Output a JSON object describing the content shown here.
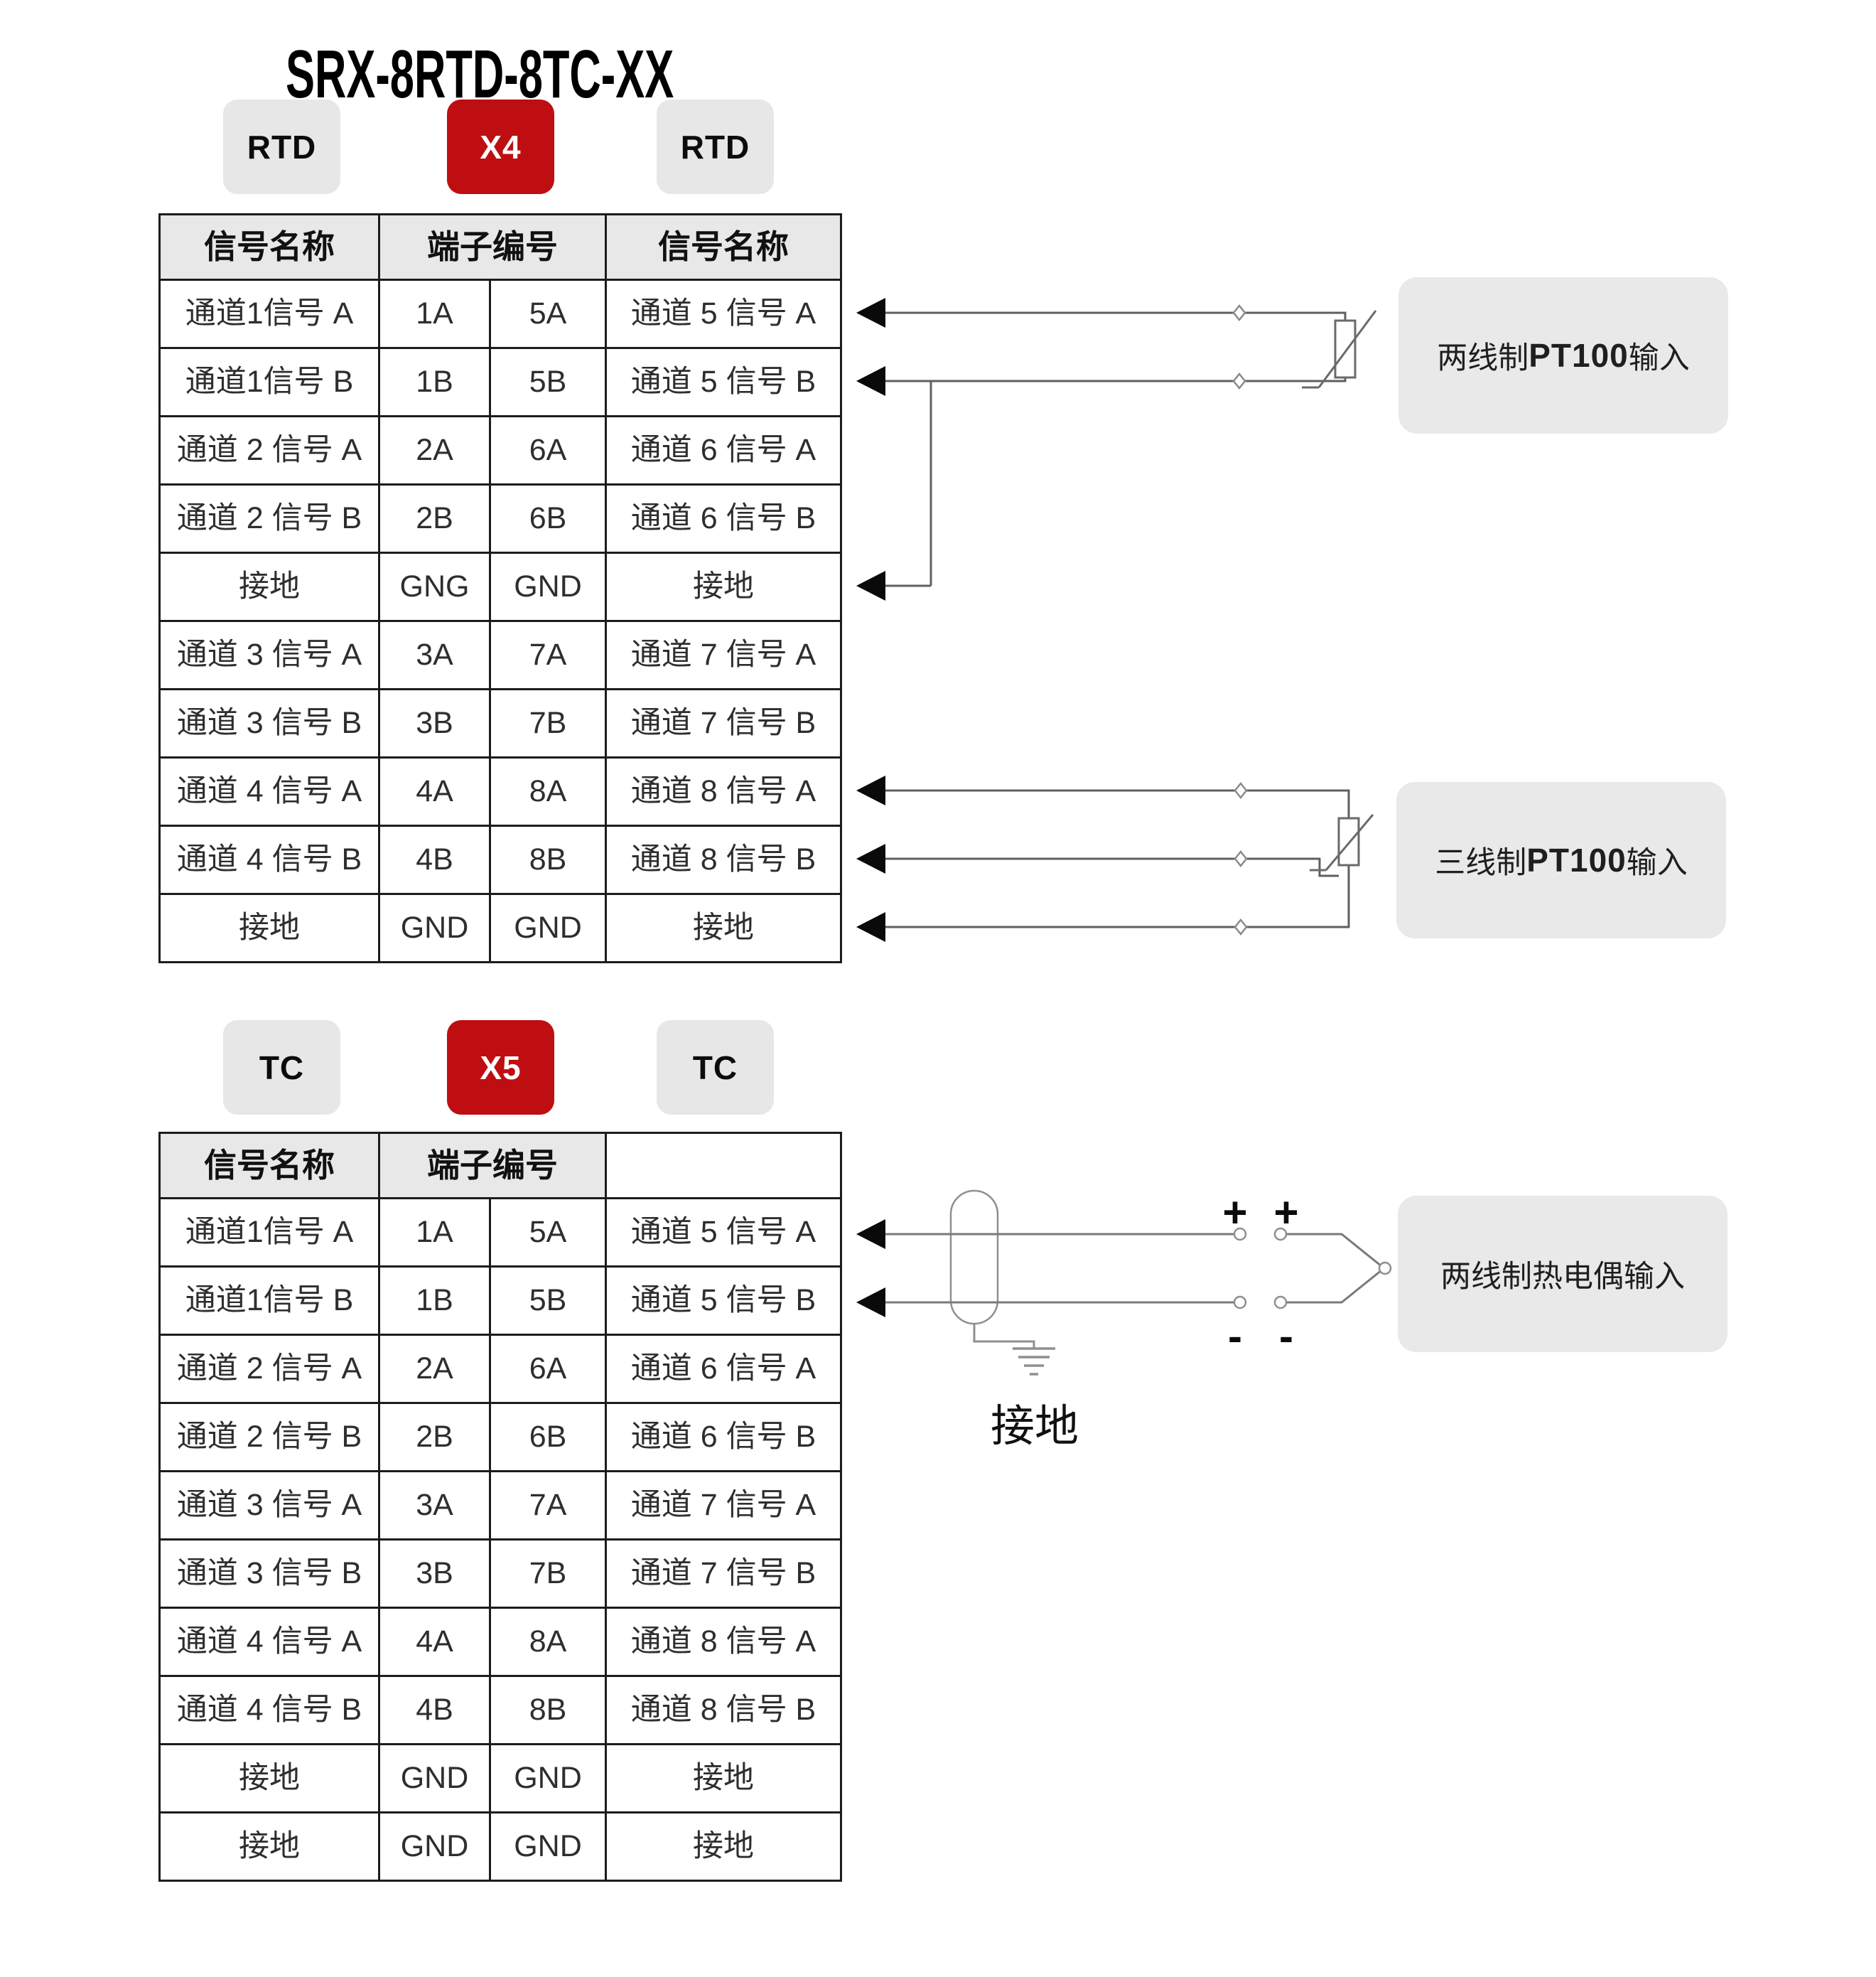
{
  "title": "SRX-8RTD-8TC-XX",
  "colors": {
    "accent_red": "#bf0e11",
    "badge_gray": "#e7e7e7",
    "table_header_gray": "#e8e8e8",
    "note_bg": "#e9e9e9",
    "wire_gray": "#5f5f5f"
  },
  "icons": {
    "row_pointer": "left-arrowhead-icon",
    "wire_tap": "diamond-marker-icon",
    "rtd_element": "resistor-symbol-icon",
    "cable_shield": "shield-capsule-icon",
    "earth": "ground-symbol-icon",
    "tc_junction": "circle-junction-icon"
  },
  "rtd_section": {
    "badges": [
      {
        "label": "RTD",
        "style": "gray"
      },
      {
        "label": "X4",
        "style": "red"
      },
      {
        "label": "RTD",
        "style": "gray"
      }
    ],
    "table": {
      "headers": [
        "信号名称",
        "端子编号",
        "信号名称"
      ],
      "rows": [
        [
          "通道1信号 A",
          "1A",
          "5A",
          "通道 5 信号 A"
        ],
        [
          "通道1信号 B",
          "1B",
          "5B",
          "通道 5 信号 B"
        ],
        [
          "通道 2 信号 A",
          "2A",
          "6A",
          "通道 6 信号 A"
        ],
        [
          "通道 2 信号 B",
          "2B",
          "6B",
          "通道 6 信号 B"
        ],
        [
          "接地",
          "GNG",
          "GND",
          "接地"
        ],
        [
          "通道 3 信号 A",
          "3A",
          "7A",
          "通道 7 信号 A"
        ],
        [
          "通道 3 信号 B",
          "3B",
          "7B",
          "通道 7 信号 B"
        ],
        [
          "通道 4 信号 A",
          "4A",
          "8A",
          "通道 8 信号 A"
        ],
        [
          "通道 4 信号 B",
          "4B",
          "8B",
          "通道 8 信号 B"
        ],
        [
          "接地",
          "GND",
          "GND",
          "接地"
        ]
      ]
    },
    "notes": {
      "two_wire": {
        "prefix": "两线制 ",
        "bold": "PT100",
        "suffix": " 输入"
      },
      "three_wire": {
        "prefix": "三线制 ",
        "bold": "PT100",
        "suffix": " 输入"
      }
    }
  },
  "tc_section": {
    "badges": [
      {
        "label": "TC",
        "style": "gray"
      },
      {
        "label": "X5",
        "style": "red"
      },
      {
        "label": "TC",
        "style": "gray"
      }
    ],
    "table": {
      "headers": [
        "信号名称",
        "端子编号",
        ""
      ],
      "rows": [
        [
          "通道1信号 A",
          "1A",
          "5A",
          "通道 5 信号 A"
        ],
        [
          "通道1信号 B",
          "1B",
          "5B",
          "通道 5 信号 B"
        ],
        [
          "通道 2 信号 A",
          "2A",
          "6A",
          "通道 6 信号 A"
        ],
        [
          "通道 2 信号 B",
          "2B",
          "6B",
          "通道 6 信号 B"
        ],
        [
          "通道 3 信号 A",
          "3A",
          "7A",
          "通道 7 信号 A"
        ],
        [
          "通道 3 信号 B",
          "3B",
          "7B",
          "通道 7 信号 B"
        ],
        [
          "通道 4 信号 A",
          "4A",
          "8A",
          "通道 8 信号 A"
        ],
        [
          "通道 4 信号 B",
          "4B",
          "8B",
          "通道 8 信号 B"
        ],
        [
          "接地",
          "GND",
          "GND",
          "接地"
        ],
        [
          "接地",
          "GND",
          "GND",
          "接地"
        ]
      ]
    },
    "notes": {
      "thermocouple": "两线制热电偶输入",
      "ground_label": "接地",
      "plus": "+",
      "minus": "-"
    }
  }
}
